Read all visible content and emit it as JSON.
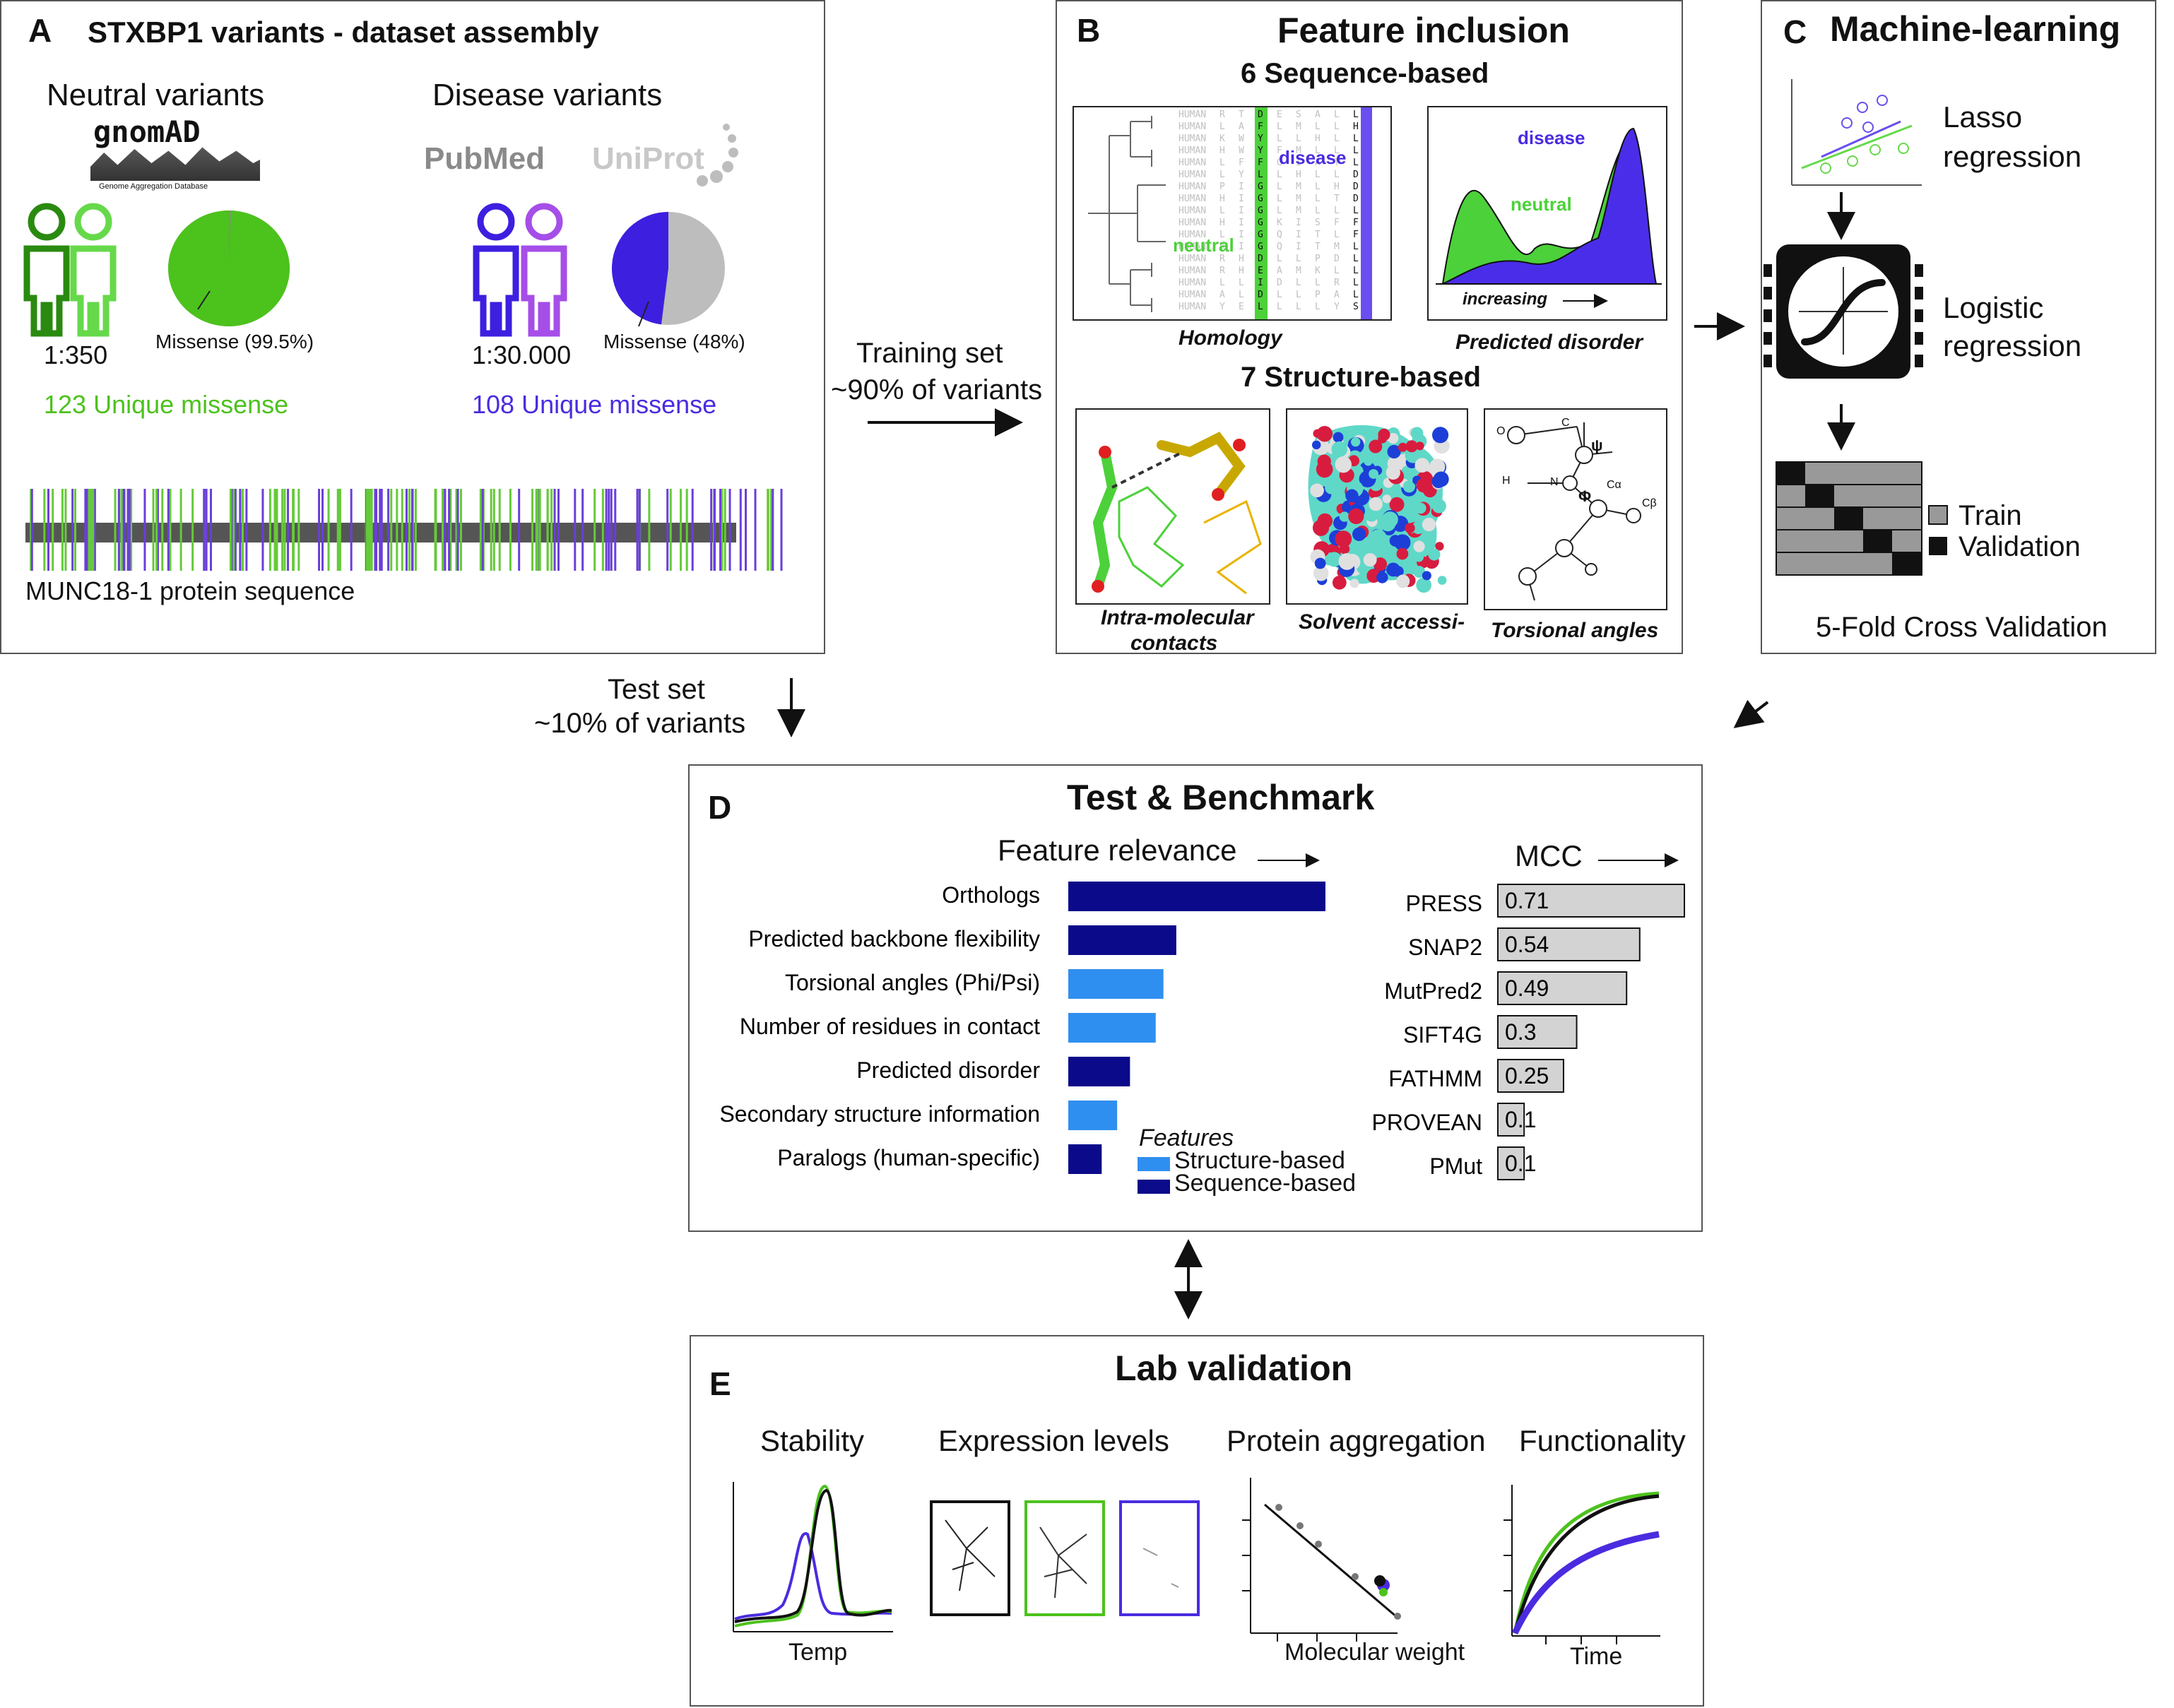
{
  "panel_a": {
    "letter": "A",
    "title": "STXBP1 variants - dataset assembly",
    "neutral_heading": "Neutral variants",
    "gnomad_logo": "gnomAD",
    "gnomad_sub": "Genome Aggregation Database",
    "neutral_ratio": "1:350",
    "neutral_pie_label": "Missense (99.5%)",
    "neutral_count": "123 Unique missense",
    "disease_heading": "Disease variants",
    "pubmed_logo": "PubMed",
    "uniprot_logo": "UniProt",
    "disease_ratio": "1:30.000",
    "disease_pie_label": "Missense (48%)",
    "disease_count": "108 Unique missense",
    "sequence_label": "MUNC18-1 protein sequence",
    "neutral_missense_fraction": 0.995,
    "disease_missense_fraction": 0.48
  },
  "flow": {
    "training_line1": "Training set",
    "training_line2": "~90% of variants",
    "test_line1": "Test set",
    "test_line2": "~10% of variants"
  },
  "panel_b": {
    "letter": "B",
    "title": "Feature inclusion",
    "sequence_heading": "6 Sequence-based",
    "structure_heading": "7 Structure-based",
    "alignment_disease": "disease",
    "alignment_neutral": "neutral",
    "alignment_species": "HUMAN",
    "homology_caption": "Homology",
    "disorder_disease": "disease",
    "disorder_neutral": "neutral",
    "disorder_axis": "increasing",
    "disorder_caption": "Predicted disorder",
    "contacts_caption_1": "Intra-molecular",
    "contacts_caption_2": "contacts",
    "solvent_caption": "Solvent accessi-",
    "torsion_caption": "Torsional angles",
    "torsion_labels": {
      "psi": "ψ",
      "phi": "Φ",
      "ca": "Cα",
      "cb": "Cβ",
      "h": "H",
      "o": "O",
      "n": "N",
      "c": "C"
    }
  },
  "panel_c": {
    "letter": "C",
    "title": "Machine-learning",
    "lasso_line1": "Lasso",
    "lasso_line2": "regression",
    "logistic_line1": "Logistic",
    "logistic_line2": "regression",
    "legend_train": "Train",
    "legend_validation": "Validation",
    "cv_caption": "5-Fold Cross Validation"
  },
  "panel_d": {
    "letter": "D",
    "title": "Test & Benchmark",
    "relevance_heading": "Feature relevance",
    "mcc_heading": "MCC",
    "legend_title": "Features",
    "legend_structure": "Structure-based",
    "legend_sequence": "Sequence-based",
    "colors": {
      "sequence": "#0a0a8a",
      "structure": "#2f8ff0",
      "mcc_bar": "#d3d3d3"
    }
  },
  "chart_data": [
    {
      "type": "bar",
      "orientation": "horizontal",
      "title": "Feature relevance",
      "categories": [
        "Orthologs",
        "Predicted backbone flexibility",
        "Torsional angles (Phi/Psi)",
        "Number of residues in contact",
        "Predicted disorder",
        "Secondary structure information",
        "Paralogs (human-specific)"
      ],
      "values": [
        1.0,
        0.42,
        0.37,
        0.34,
        0.24,
        0.19,
        0.13
      ],
      "feature_type": [
        "Sequence-based",
        "Sequence-based",
        "Structure-based",
        "Structure-based",
        "Sequence-based",
        "Structure-based",
        "Sequence-based"
      ],
      "legend": [
        "Structure-based",
        "Sequence-based"
      ],
      "xlim": [
        0,
        1
      ]
    },
    {
      "type": "bar",
      "orientation": "horizontal",
      "title": "MCC",
      "categories": [
        "PRESS",
        "SNAP2",
        "MutPred2",
        "SIFT4G",
        "FATHMM",
        "PROVEAN",
        "PMut"
      ],
      "values": [
        0.71,
        0.54,
        0.49,
        0.3,
        0.25,
        0.1,
        0.1
      ],
      "labels": [
        "0.71",
        "0.54",
        "0.49",
        "0.3",
        "0.25",
        "0.1",
        "0.1"
      ],
      "xlim": [
        0,
        0.71
      ]
    }
  ],
  "panel_e": {
    "letter": "E",
    "title": "Lab validation",
    "stability": "Stability",
    "stability_axis": "Temp",
    "expression": "Expression levels",
    "aggregation": "Protein aggregation",
    "aggregation_axis": "Molecular weight",
    "functionality": "Functionality",
    "functionality_axis": "Time",
    "colors": {
      "green": "#4cc21d",
      "purple": "#4b2be0",
      "black": "#111111"
    }
  }
}
